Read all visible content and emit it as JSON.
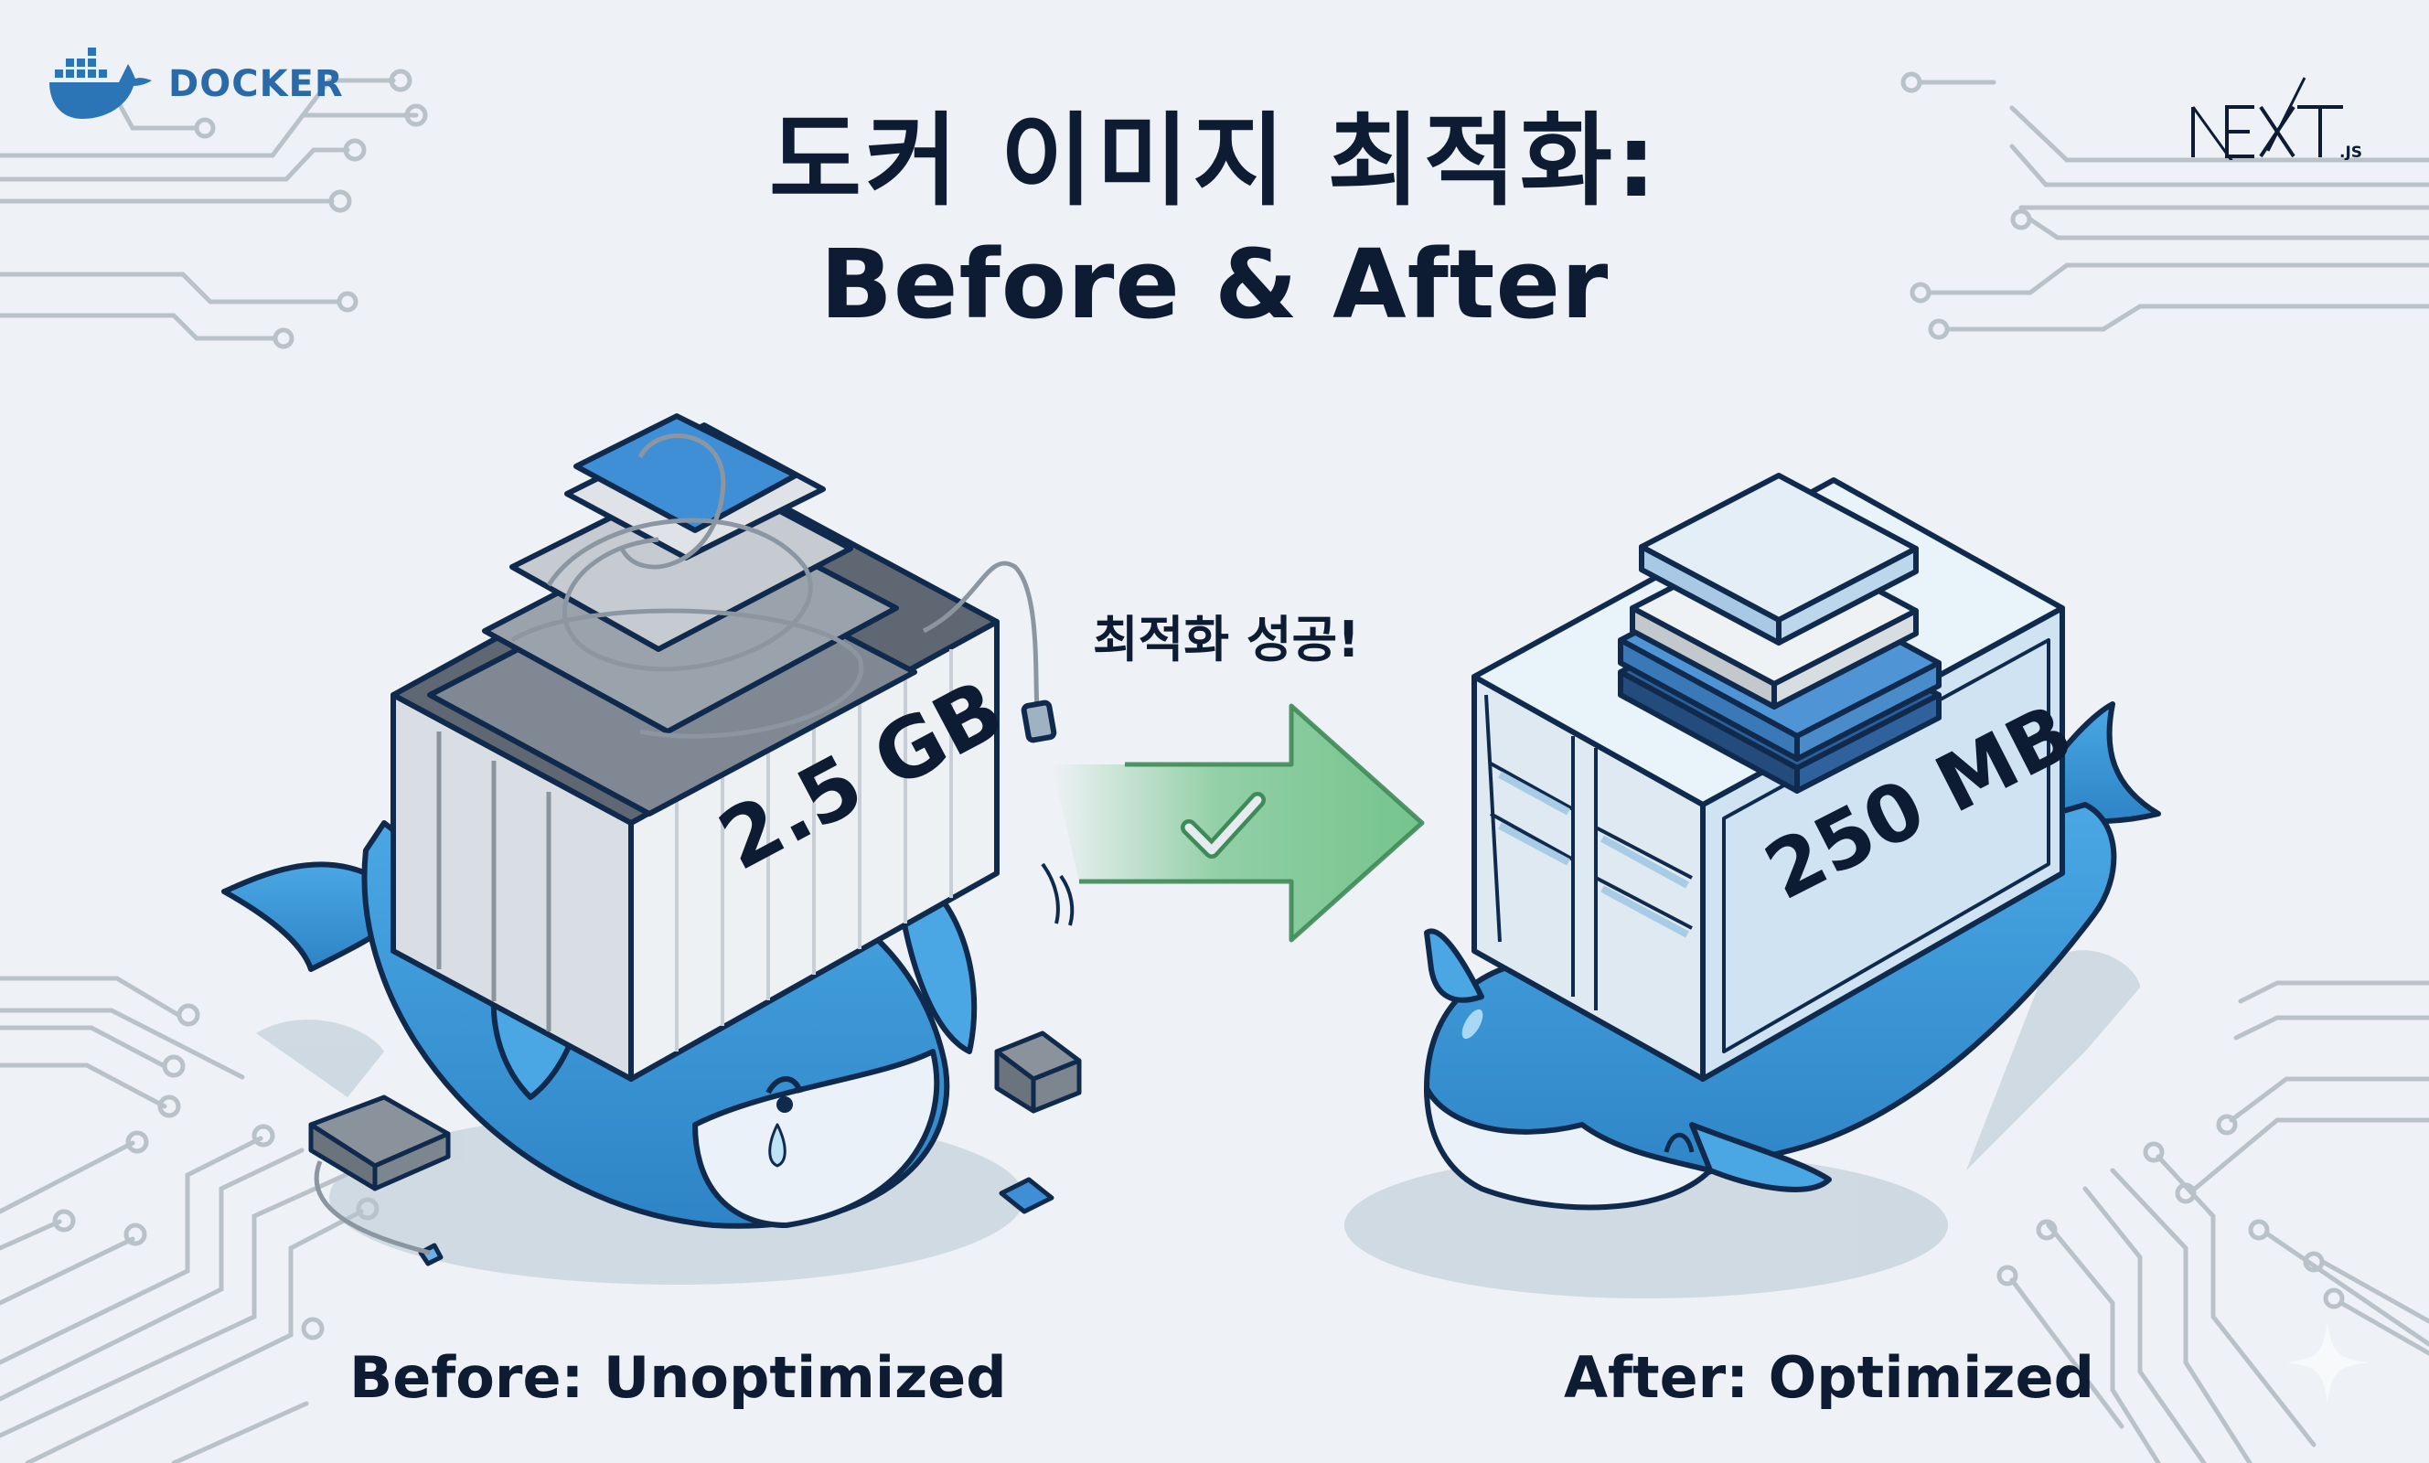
{
  "header": {
    "docker_logo_text": "DOCKER",
    "next_logo_text": "NEXT",
    "next_logo_suffix": ".JS",
    "title_line1": "도커 이미지 최적화:",
    "title_line2": "Before & After"
  },
  "transition": {
    "label": "최적화 성공!",
    "arrow_icon": "arrow-right-icon",
    "check_icon": "checkmark-icon",
    "arrow_color": "#74c48c",
    "arrow_stroke": "#3e8a58"
  },
  "before": {
    "size_label": "2.5 GB",
    "caption": "Before: Unoptimized",
    "whale_mood": "crying",
    "container_color": "#e3e7ec"
  },
  "after": {
    "size_label": "250 MB",
    "caption": "After: Optimized",
    "whale_mood": "happy",
    "container_color": "#cfe4f2"
  },
  "colors": {
    "background": "#eef1f5",
    "whale_blue": "#3f9ede",
    "whale_outline": "#0f2a4d",
    "text": "#0d1b33",
    "docker_brand": "#2b6aa8",
    "circuit": "#b9c2c8"
  }
}
